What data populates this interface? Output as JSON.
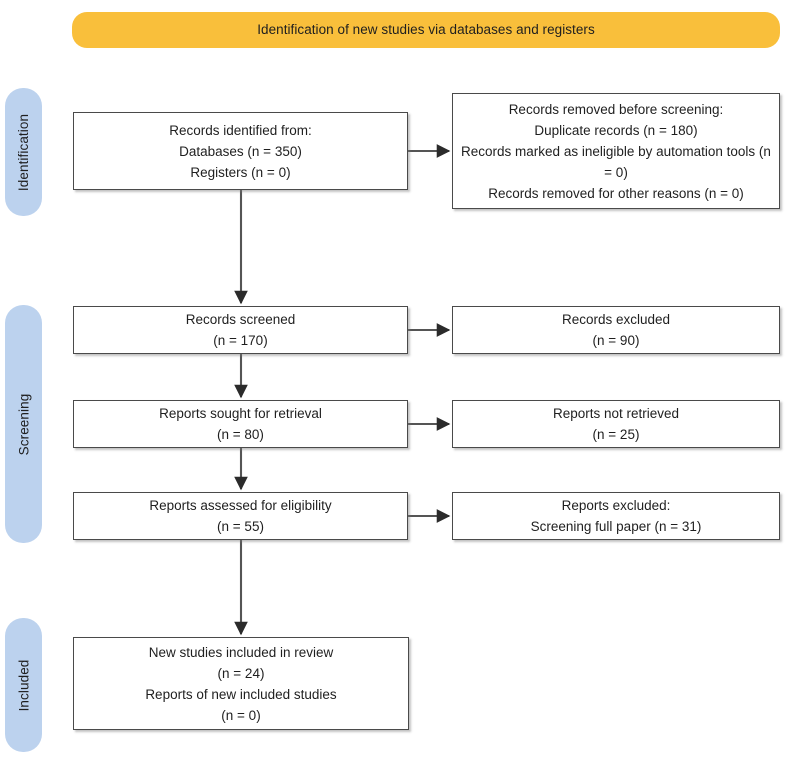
{
  "banner": {
    "title": "Identification of new studies via databases and registers",
    "color": "#F9BF3B"
  },
  "stages": [
    {
      "id": "identification",
      "label": "Identification",
      "color": "#BCD2EE"
    },
    {
      "id": "screening",
      "label": "Screening",
      "color": "#BCD2EE"
    },
    {
      "id": "included",
      "label": "Included",
      "color": "#BCD2EE"
    }
  ],
  "boxes": {
    "identified": {
      "lines": [
        "Records identified from:",
        "Databases (n = 350)",
        "Registers (n = 0)"
      ]
    },
    "removed": {
      "lines": [
        "Records removed before screening:",
        "Duplicate records (n = 180)",
        "Records marked as ineligible by automation tools (n = 0)",
        "Records removed for other reasons (n = 0)"
      ]
    },
    "screened": {
      "lines": [
        "Records screened",
        "(n = 170)"
      ]
    },
    "excluded": {
      "lines": [
        "Records excluded",
        "(n = 90)"
      ]
    },
    "sought": {
      "lines": [
        "Reports sought for retrieval",
        "(n = 80)"
      ]
    },
    "not_retrieved": {
      "lines": [
        "Reports not retrieved",
        "(n = 25)"
      ]
    },
    "assessed": {
      "lines": [
        "Reports assessed for eligibility",
        "(n = 55)"
      ]
    },
    "reports_excluded": {
      "lines": [
        "Reports excluded:",
        "Screening full paper (n = 31)"
      ]
    },
    "included": {
      "lines": [
        "New studies included in review",
        "(n = 24)",
        "Reports of new included studies",
        "(n = 0)"
      ]
    }
  },
  "chart_data": {
    "type": "diagram",
    "title": "Identification of new studies via databases and registers",
    "nodes": [
      {
        "id": "identified",
        "stage": "Identification",
        "column": "left",
        "label": "Records identified from: Databases (n = 350); Registers (n = 0)",
        "values": {
          "databases": 350,
          "registers": 0
        }
      },
      {
        "id": "removed",
        "stage": "Identification",
        "column": "right",
        "label": "Records removed before screening",
        "values": {
          "duplicate_records": 180,
          "ineligible_by_automation_tools": 0,
          "other_reasons": 0
        }
      },
      {
        "id": "screened",
        "stage": "Screening",
        "column": "left",
        "label": "Records screened",
        "values": {
          "n": 170
        }
      },
      {
        "id": "excluded",
        "stage": "Screening",
        "column": "right",
        "label": "Records excluded",
        "values": {
          "n": 90
        }
      },
      {
        "id": "sought",
        "stage": "Screening",
        "column": "left",
        "label": "Reports sought for retrieval",
        "values": {
          "n": 80
        }
      },
      {
        "id": "not_retrieved",
        "stage": "Screening",
        "column": "right",
        "label": "Reports not retrieved",
        "values": {
          "n": 25
        }
      },
      {
        "id": "assessed",
        "stage": "Screening",
        "column": "left",
        "label": "Reports assessed for eligibility",
        "values": {
          "n": 55
        }
      },
      {
        "id": "reports_excluded",
        "stage": "Screening",
        "column": "right",
        "label": "Reports excluded: Screening full paper",
        "values": {
          "n": 31
        }
      },
      {
        "id": "included",
        "stage": "Included",
        "column": "left",
        "label": "New studies included in review; Reports of new included studies",
        "values": {
          "new_studies": 24,
          "reports": 0
        }
      }
    ],
    "edges": [
      {
        "from": "identified",
        "to": "removed",
        "direction": "right"
      },
      {
        "from": "identified",
        "to": "screened",
        "direction": "down"
      },
      {
        "from": "screened",
        "to": "excluded",
        "direction": "right"
      },
      {
        "from": "screened",
        "to": "sought",
        "direction": "down"
      },
      {
        "from": "sought",
        "to": "not_retrieved",
        "direction": "right"
      },
      {
        "from": "sought",
        "to": "assessed",
        "direction": "down"
      },
      {
        "from": "assessed",
        "to": "reports_excluded",
        "direction": "right"
      },
      {
        "from": "assessed",
        "to": "included",
        "direction": "down"
      }
    ]
  }
}
